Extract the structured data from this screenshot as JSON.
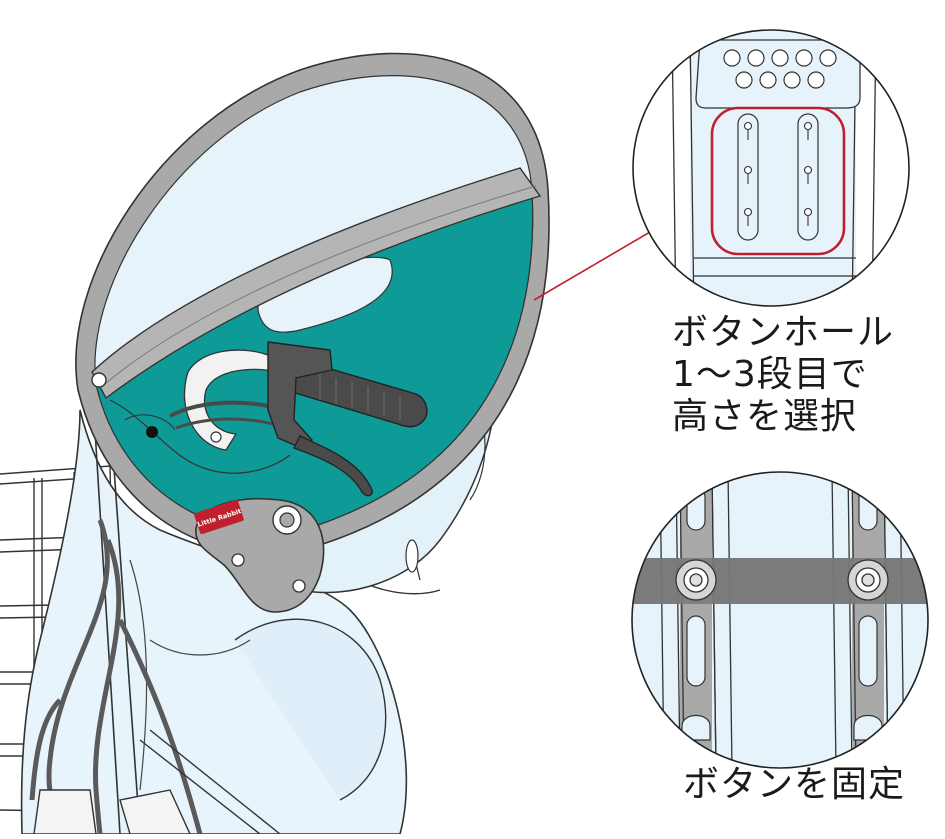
{
  "captions": {
    "top_line1": "ボタンホール",
    "top_line2": "1〜3段目で",
    "top_line3": "高さを選択",
    "bottom": "ボタンを固定"
  },
  "brand_tag": "Little Rabbit",
  "colors": {
    "teal": "#0e9a96",
    "light_blue": "#e4f2fa",
    "frame_gray": "#a9a9a9",
    "highlight_red": "#c0202e",
    "grip_dark": "#4a4a4a",
    "band_gray": "#7b7b7b"
  }
}
